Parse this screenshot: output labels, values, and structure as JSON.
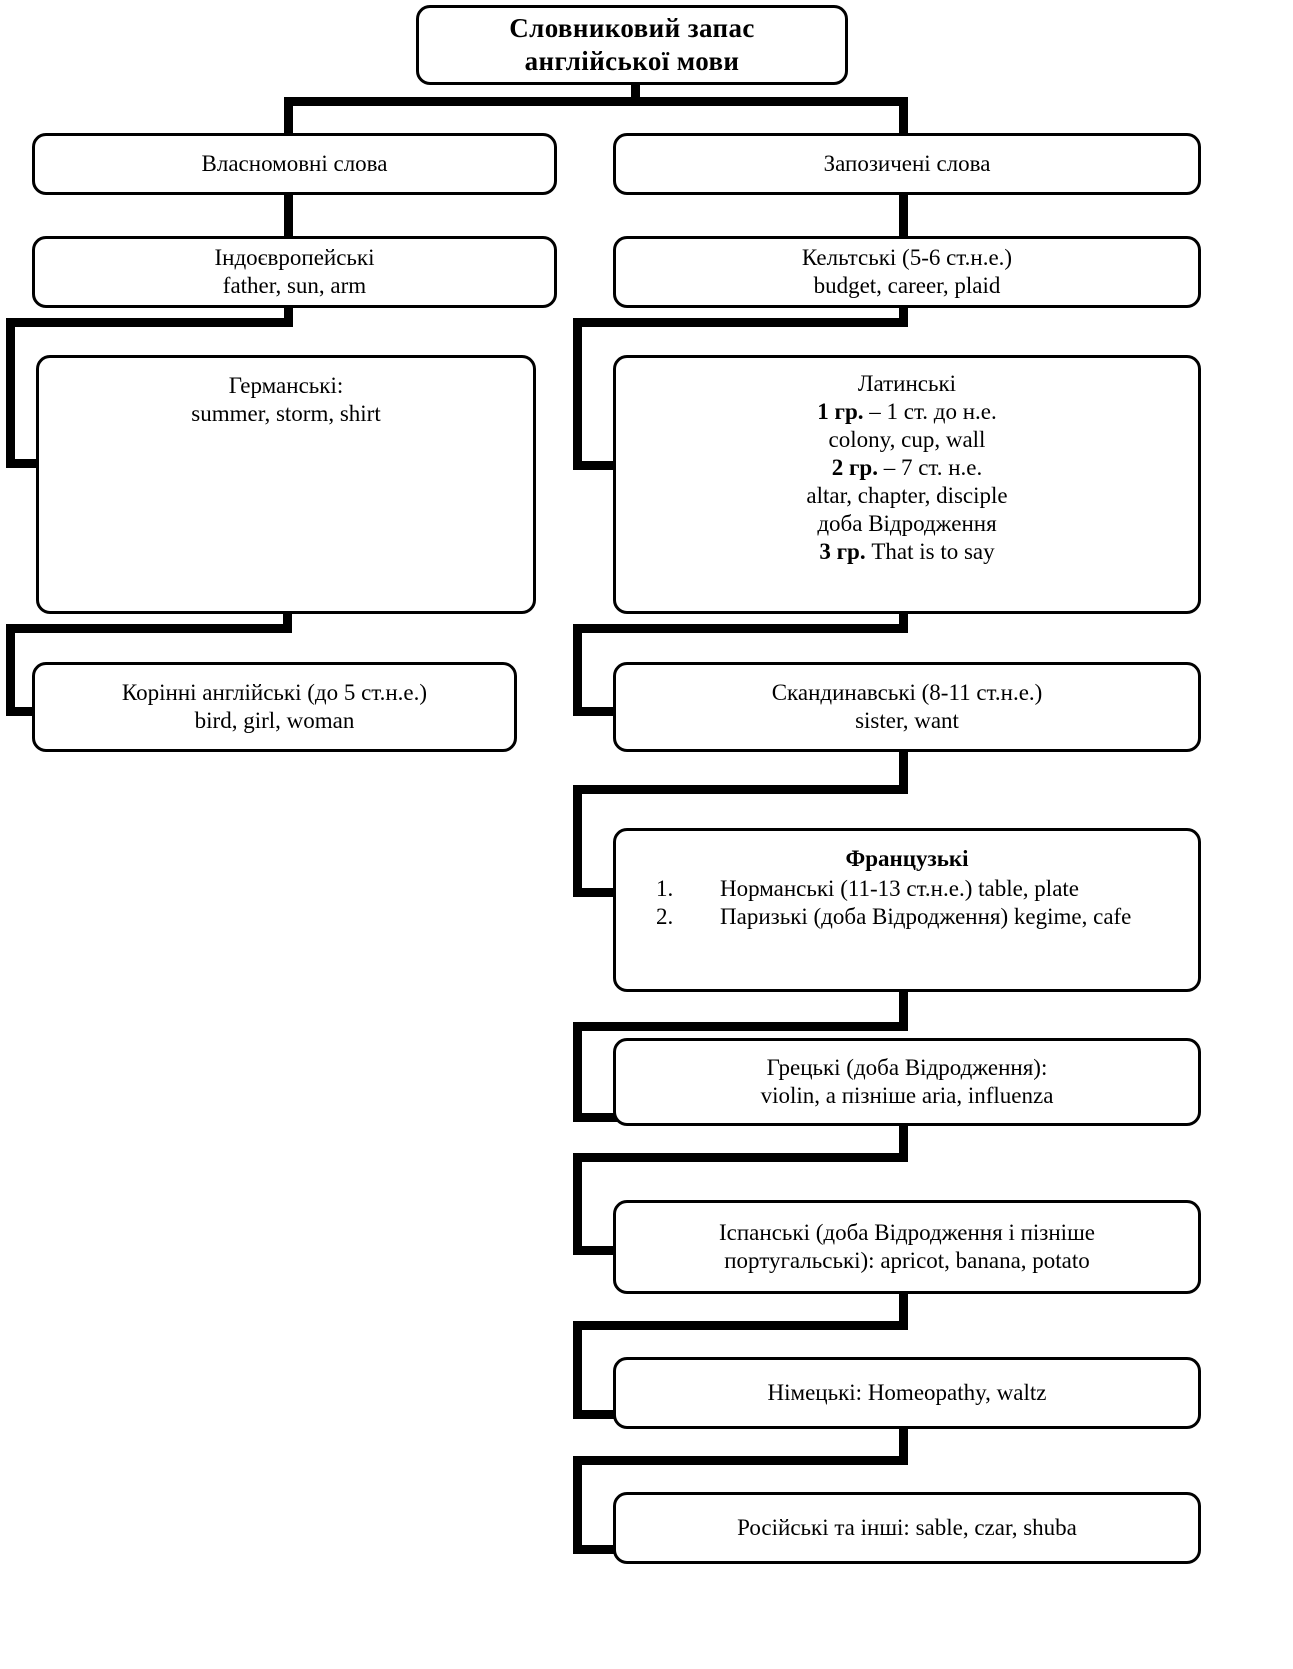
{
  "diagram": {
    "title": "Словниковий запас англійської мови",
    "type": "tree-hierarchy",
    "language": "uk",
    "nodes": {
      "root": {
        "lines": [
          "Словниковий запас",
          "англійської мови"
        ]
      },
      "native": {
        "lines": [
          "Власномовні слова"
        ]
      },
      "borrowed": {
        "lines": [
          "Запозичені слова"
        ]
      },
      "indoeuropean": {
        "lines": [
          "Індоєвропейські",
          "father, sun, arm"
        ]
      },
      "celtic": {
        "lines": [
          "Кельтські (5-6 ст.н.е.)",
          "budget, career, plaid"
        ]
      },
      "germanic": {
        "lines": [
          "Германські:",
          "summer, storm, shirt"
        ]
      },
      "latin": {
        "heading": "Латинські",
        "group1_label": "1 гр.",
        "group1_rest": " – 1 ст. до н.е.",
        "group1_examples": "colony, cup, wall",
        "group2_label": "2 гр.",
        "group2_rest": " – 7 ст. н.е.",
        "group2_examples": "altar, chapter, disciple",
        "renaissance": "доба Відродження",
        "group3_label": "3 гр.",
        "group3_rest": " That is to say"
      },
      "native_english": {
        "lines": [
          "Корінні англійські (до 5 ст.н.е.)",
          "bird, girl, woman"
        ]
      },
      "scandinavian": {
        "lines": [
          "Скандинавські (8-11 ст.н.е.)",
          "sister, want"
        ]
      },
      "french": {
        "heading": "Французькі",
        "items": [
          {
            "num": "1.",
            "text": "Норманські (11-13 ст.н.е.) table, plate"
          },
          {
            "num": "2.",
            "text": "Паризькі (доба Відродження) kegime, cafe"
          }
        ]
      },
      "greek": {
        "lines": [
          "Грецькі (доба Відродження):",
          "violin, а пізніше aria, influenza"
        ]
      },
      "spanish": {
        "lines": [
          "Іспанські (доба Відродження і пізніше",
          "португальські): apricot, banana, potato"
        ]
      },
      "german": {
        "lines": [
          "Німецькі: Homeopathy, waltz"
        ]
      },
      "russian": {
        "lines": [
          "Російські та інші: sable, czar, shuba"
        ]
      }
    },
    "colors": {
      "line": "#000000",
      "fill": "#ffffff",
      "text": "#000000"
    }
  }
}
